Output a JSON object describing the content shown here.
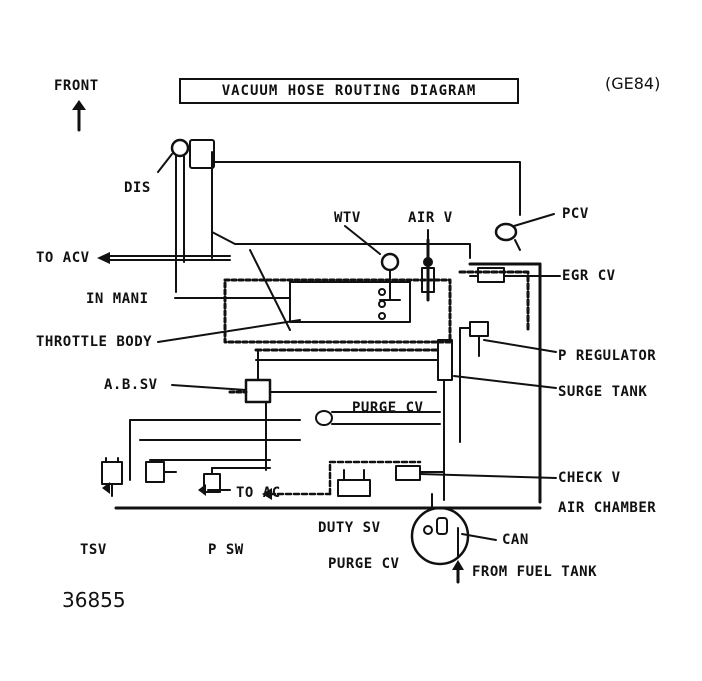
{
  "diagram": {
    "title": "VACUUM HOSE ROUTING DIAGRAM",
    "model_code": "(GE84)",
    "orientation": "FRONT",
    "figure_number": "36855",
    "labels": {
      "dis": "DIS",
      "to_acv": "TO ACV",
      "in_mani": "IN MANI",
      "throttle_body": "THROTTLE BODY",
      "ab_sv": "A.B.SV",
      "wtv": "WTV",
      "air_v": "AIR V",
      "pcv": "PCV",
      "egr_cv": "EGR CV",
      "p_regulator": "P REGULATOR",
      "surge_tank": "SURGE TANK",
      "purge_cv_top": "PURGE CV",
      "check_v": "CHECK V",
      "air_chamber": "AIR CHAMBER",
      "to_ac": "TO AC",
      "duty_sv": "DUTY SV",
      "can": "CAN",
      "purge_cv_bottom": "PURGE CV",
      "from_fuel_tank": "FROM FUEL TANK",
      "tsv": "TSV",
      "p_sw": "P SW"
    },
    "colors": {
      "ink": "#111111",
      "paper": "#ffffff"
    }
  }
}
